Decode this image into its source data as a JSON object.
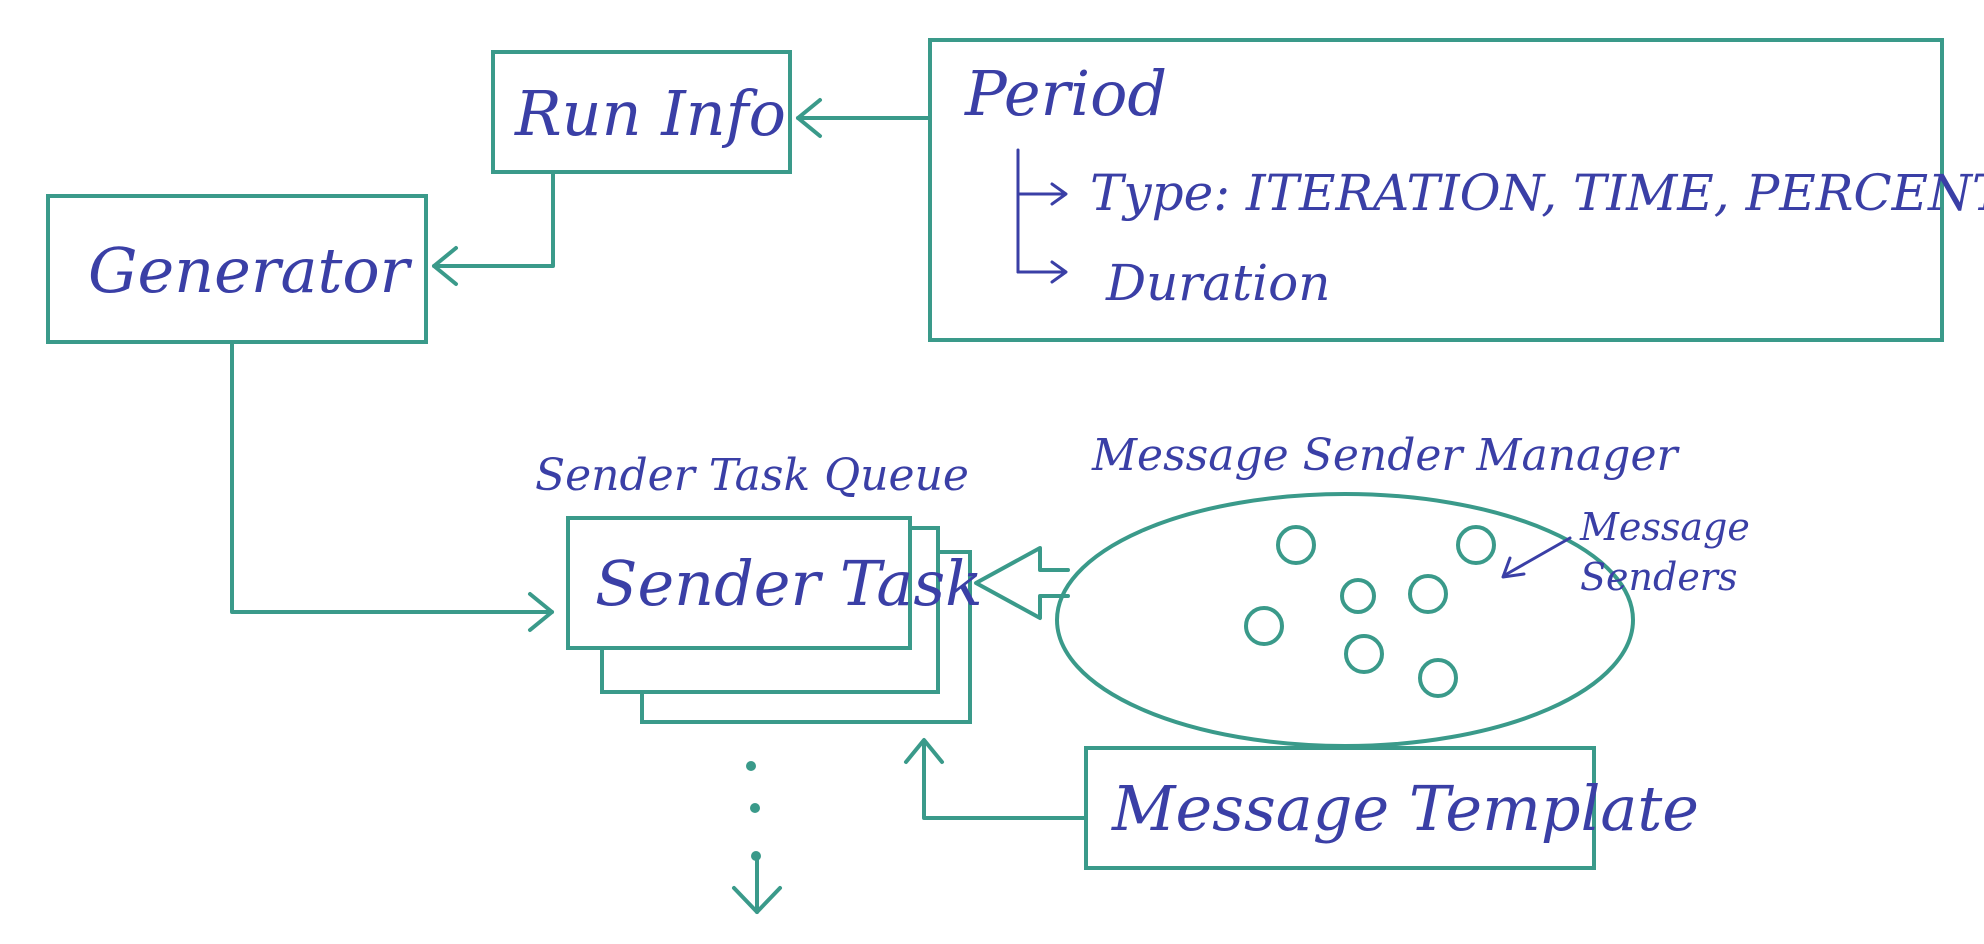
{
  "diagram": {
    "run_info": "Run Info",
    "period": {
      "title": "Period",
      "type_line": "Type: ITERATION, TIME, PERCENTAGE",
      "duration_line": "Duration"
    },
    "generator": "Generator",
    "sender_task_queue": "Sender Task Queue",
    "sender_task": "Sender Task",
    "message_sender_manager": "Message Sender Manager",
    "message_senders": [
      "Message",
      "Senders"
    ],
    "message_template": "Message Template"
  }
}
